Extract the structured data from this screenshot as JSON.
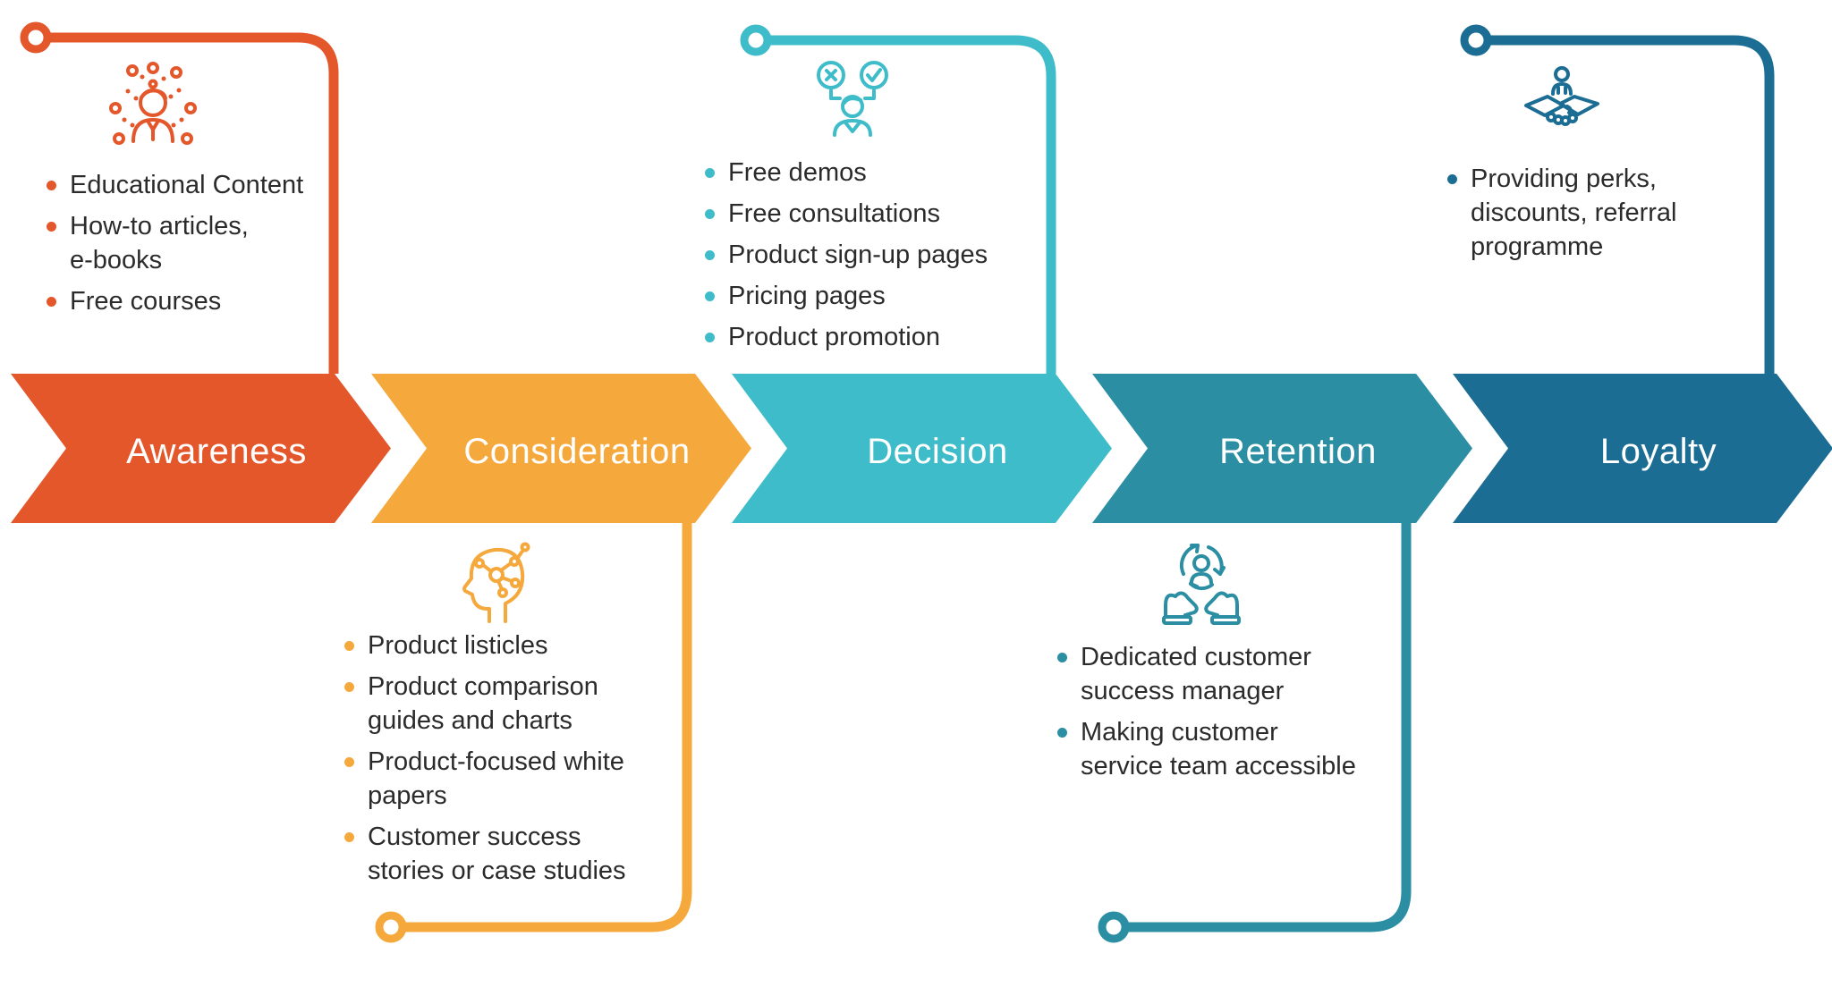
{
  "diagram": {
    "type": "customer-journey-funnel-chevrons",
    "background": "#ffffff",
    "text_color": "#2b2b2b"
  },
  "stages": [
    {
      "label": "Awareness",
      "color": "#E4572B",
      "icon": "announcement-person-icon",
      "items": [
        {
          "text": "Educational Content"
        },
        {
          "text": "How-to articles,\ne-books"
        },
        {
          "text": "Free courses"
        }
      ]
    },
    {
      "label": "Consideration",
      "color": "#F5A93C",
      "icon": "thinking-head-network-icon",
      "items": [
        {
          "text": "Product listicles"
        },
        {
          "text": "Product comparison\nguides and charts"
        },
        {
          "text": "Product-focused white\npapers"
        },
        {
          "text": "Customer success\nstories or case studies"
        }
      ]
    },
    {
      "label": "Decision",
      "color": "#3FBCC9",
      "icon": "person-choice-check-cross-icon",
      "items": [
        {
          "text": "Free demos"
        },
        {
          "text": "Free consultations"
        },
        {
          "text": "Product sign-up pages"
        },
        {
          "text": "Pricing pages"
        },
        {
          "text": "Product promotion"
        }
      ]
    },
    {
      "label": "Retention",
      "color": "#2B8EA3",
      "icon": "hands-holding-customer-icon",
      "items": [
        {
          "text": "Dedicated customer\nsuccess manager"
        },
        {
          "text": "Making customer\nservice team accessible"
        }
      ]
    },
    {
      "label": "Loyalty",
      "color": "#1C6D94",
      "icon": "handshake-person-icon",
      "items": [
        {
          "text": "Providing perks,\ndiscounts, referral\nprogramme"
        }
      ]
    }
  ]
}
